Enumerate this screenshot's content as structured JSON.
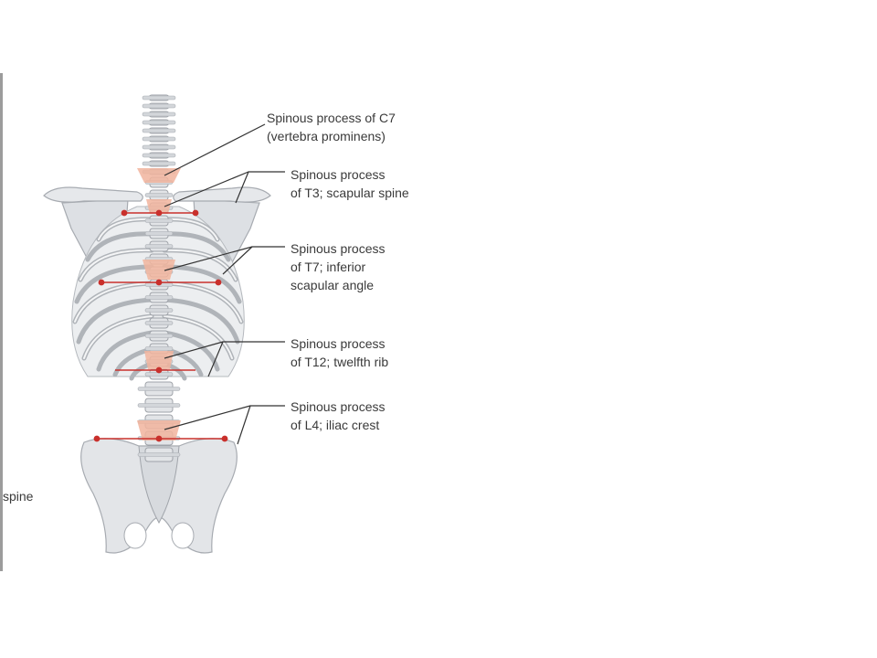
{
  "labels": {
    "c7": [
      "Spinous process of C7",
      "(vertebra prominens)"
    ],
    "t3": [
      "Spinous process",
      "of T3; scapular spine"
    ],
    "t7": [
      "Spinous process",
      "of T7; inferior",
      "scapular angle"
    ],
    "t12": [
      "Spinous process",
      "of T12; twelfth rib"
    ],
    "l4": [
      "Spinous process",
      "of L4; iliac crest"
    ],
    "side": [
      "spine"
    ]
  },
  "colors": {
    "bone": "#e7e9ec",
    "bone_edge": "#a7abb1",
    "highlight": "#f2b59e",
    "marker": "#c9302c",
    "leader": "#333333"
  }
}
